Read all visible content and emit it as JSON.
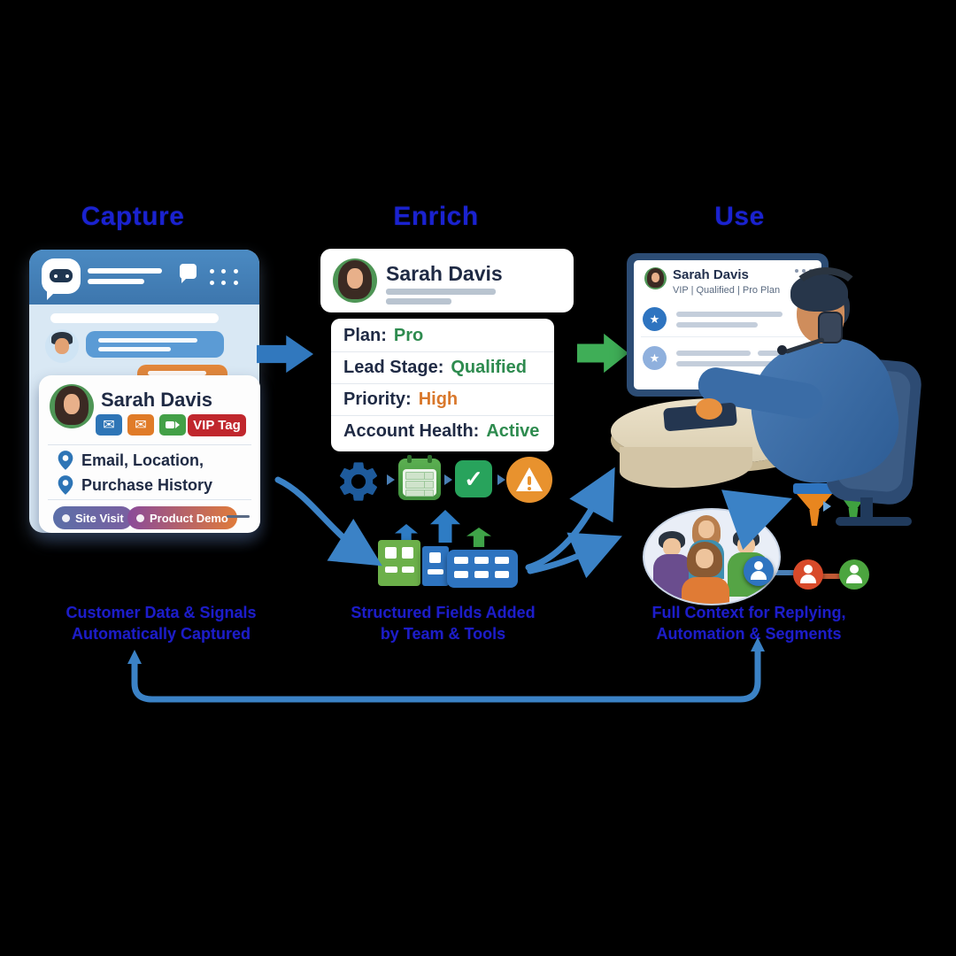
{
  "colors": {
    "background": "#000000",
    "heading_blue": "#1a22d0",
    "caption_blue": "#1d1dc9",
    "arrow_blue": "#3b82c6",
    "arrow_green": "#3fae57",
    "green_value": "#2e8b4f",
    "orange_value": "#d9782c",
    "vip_red": "#c0272d",
    "navy_text": "#1f2a44"
  },
  "stages": [
    {
      "title": "Capture",
      "caption_line1": "Customer Data & Signals",
      "caption_line2": "Automatically Captured"
    },
    {
      "title": "Enrich",
      "caption_line1": "Structured Fields Added",
      "caption_line2": "by Team & Tools"
    },
    {
      "title": "Use",
      "caption_line1": "Full Context for Replying,",
      "caption_line2": "Automation & Segments"
    }
  ],
  "capture": {
    "contact_name": "Sarah Davis",
    "vip_badge": "VIP Tag",
    "detail_line1": "Email, Location,",
    "detail_line2": "Purchase History",
    "pill1": "Site Visit",
    "pill2": "Product Demo",
    "email_icon": "✉",
    "inbox_icon": "✉",
    "icons": [
      "chatbot-icon",
      "chat-bubble-icon",
      "menu-dots-icon",
      "email-icon",
      "inbox-icon",
      "video-call-icon",
      "location-pin-icon"
    ]
  },
  "enrich": {
    "contact_name": "Sarah Davis",
    "fields": [
      {
        "label": "Plan:",
        "value": "Pro",
        "value_color": "#2e8b4f"
      },
      {
        "label": "Lead Stage:",
        "value": "Qualified",
        "value_color": "#2e8b4f"
      },
      {
        "label": "Priority:",
        "value": "High",
        "value_color": "#d9782c"
      },
      {
        "label": "Account Health:",
        "value": "Active",
        "value_color": "#2e8b4f"
      }
    ],
    "check_glyph": "✓",
    "workflow_icons": [
      "gear-icon",
      "calendar-icon",
      "check-icon",
      "alert-icon"
    ],
    "data_icons": [
      "building-green-icon",
      "building-blue-icon",
      "building-wide-icon",
      "up-arrow-icons"
    ]
  },
  "use": {
    "contact_name": "Sarah Davis",
    "contact_tags": "VIP | Qualified | Pro Plan",
    "star_glyph": "★",
    "scene_icons": [
      "monitor-icon",
      "support-agent-illustration",
      "customer-group-icon",
      "funnel-orange-icon",
      "funnel-green-icon",
      "segment-person-blue-icon",
      "segment-person-red-icon",
      "segment-person-green-icon"
    ]
  }
}
